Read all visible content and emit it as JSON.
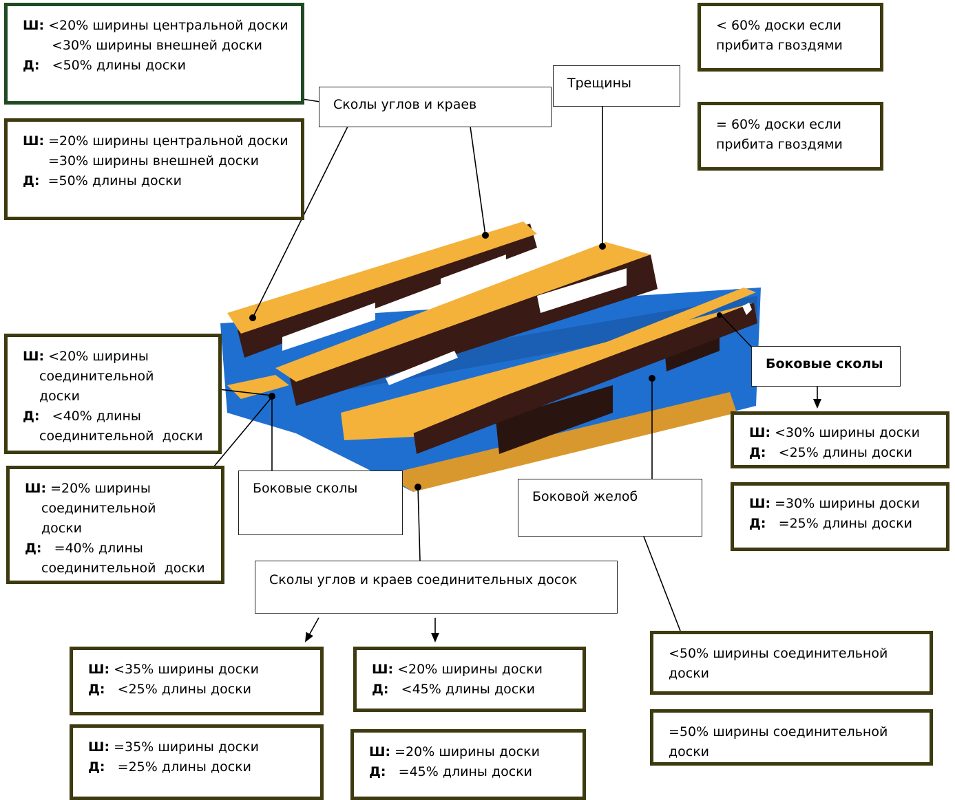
{
  "top_left_less": {
    "w_prefix": "Ш:",
    "w_text": "<20% ширины центральной доски",
    "w_text2": "<30% ширины внешней доски",
    "l_prefix": "Д:",
    "l_text": "<50% длины доски"
  },
  "top_left_eq": {
    "w_prefix": "Ш:",
    "w_text": "=20% ширины центральной доски",
    "w_text2": "=30% ширины внешней доски",
    "l_prefix": "Д:",
    "l_text": "=50% длины доски"
  },
  "label_corner_chips": "Сколы углов и краев",
  "label_cracks": "Трещины",
  "top_right_less": {
    "line1": "< 60% доски если",
    "line2": "прибита гвоздями"
  },
  "top_right_eq": {
    "line1": "= 60% доски если",
    "line2": "прибита гвоздями"
  },
  "mid_left_less": {
    "w_prefix": "Ш:",
    "w_line1": "<20% ширины",
    "w_line2": "соединительной",
    "w_line3": "доски",
    "l_prefix": "Д:",
    "l_line1": "<40% длины",
    "l_line2": "соединительной  доски"
  },
  "mid_left_eq": {
    "w_prefix": "Ш:",
    "w_line1": "=20% ширины",
    "w_line2": "соединительной",
    "w_line3": "доски",
    "l_prefix": "Д:",
    "l_line1": "=40% длины",
    "l_line2": "соединительной  доски"
  },
  "label_side_chips_left": "Боковые сколы",
  "label_side_chips_right": "Боковые сколы",
  "right_side_less": {
    "w_prefix": "Ш:",
    "w_text": "<30% ширины доски",
    "l_prefix": "Д:",
    "l_text": "<25% длины доски"
  },
  "right_side_eq": {
    "w_prefix": "Ш:",
    "w_text": "=30% ширины доски",
    "l_prefix": "Д:",
    "l_text": "=25% длины доски"
  },
  "label_side_groove": "Боковой желоб",
  "label_connector_chips": "Сколы углов и краев соединительных досок",
  "bottom_a_less": {
    "w_prefix": "Ш:",
    "w_text": "<35% ширины доски",
    "l_prefix": "Д:",
    "l_text": "<25% длины доски"
  },
  "bottom_a_eq": {
    "w_prefix": "Ш:",
    "w_text": "=35% ширины доски",
    "l_prefix": "Д:",
    "l_text": "=25% длины доски"
  },
  "bottom_b_less": {
    "w_prefix": "Ш:",
    "w_text": "<20% ширины доски",
    "l_prefix": "Д:",
    "l_text": "<45% длины доски"
  },
  "bottom_b_eq": {
    "w_prefix": "Ш:",
    "w_text": "=20% ширины доски",
    "l_prefix": "Д:",
    "l_text": "=45% длины доски"
  },
  "groove_less": {
    "line1": "<50% ширины соединительной",
    "line2": "доски"
  },
  "groove_eq": {
    "line1": "=50% ширины соединительной",
    "line2": "доски"
  },
  "colors": {
    "wood": "#f4b23a",
    "blue": "#1f6fd0",
    "dark": "#3a1a14",
    "frame": "#3d3a10",
    "frame_green": "#1f4a22"
  }
}
